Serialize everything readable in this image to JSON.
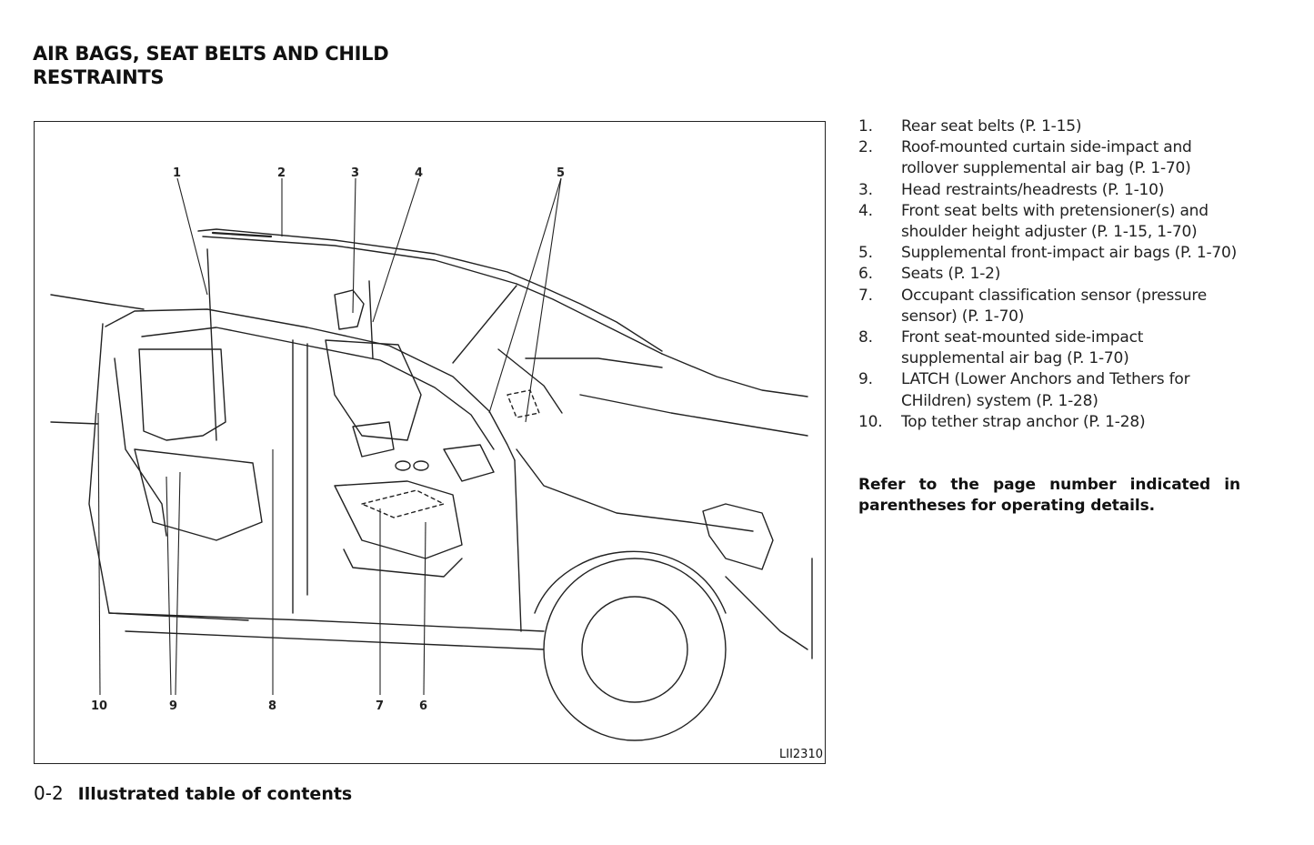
{
  "heading": {
    "line1": "AIR BAGS, SEAT BELTS AND CHILD",
    "line2": "RESTRAINTS"
  },
  "figure": {
    "code": "LII2310",
    "callouts": [
      "1",
      "2",
      "3",
      "4",
      "5",
      "6",
      "7",
      "8",
      "9",
      "10"
    ]
  },
  "legend": [
    {
      "num": "1.",
      "text": "Rear seat belts (P. 1-15)"
    },
    {
      "num": "2.",
      "text": "Roof-mounted curtain side-impact and rollover supplemental air bag (P. 1-70)"
    },
    {
      "num": "3.",
      "text": "Head restraints/headrests (P. 1-10)"
    },
    {
      "num": "4.",
      "text": "Front seat belts with pretensioner(s) and shoulder height adjuster (P. 1-15, 1-70)"
    },
    {
      "num": "5.",
      "text": "Supplemental front-impact air bags (P. 1-70)"
    },
    {
      "num": "6.",
      "text": "Seats (P. 1-2)"
    },
    {
      "num": "7.",
      "text": "Occupant classification sensor (pressure sensor) (P. 1-70)"
    },
    {
      "num": "8.",
      "text": "Front seat-mounted side-impact supplemental air bag (P. 1-70)"
    },
    {
      "num": "9.",
      "text": "LATCH (Lower Anchors and Tethers for CHildren) system (P. 1-28)"
    },
    {
      "num": "10.",
      "text": "Top tether strap anchor (P. 1-28)"
    }
  ],
  "note": "Refer to the page number indicated in parentheses for operating details.",
  "footer": {
    "page_number": "0-2",
    "section_title": "Illustrated table of contents"
  }
}
